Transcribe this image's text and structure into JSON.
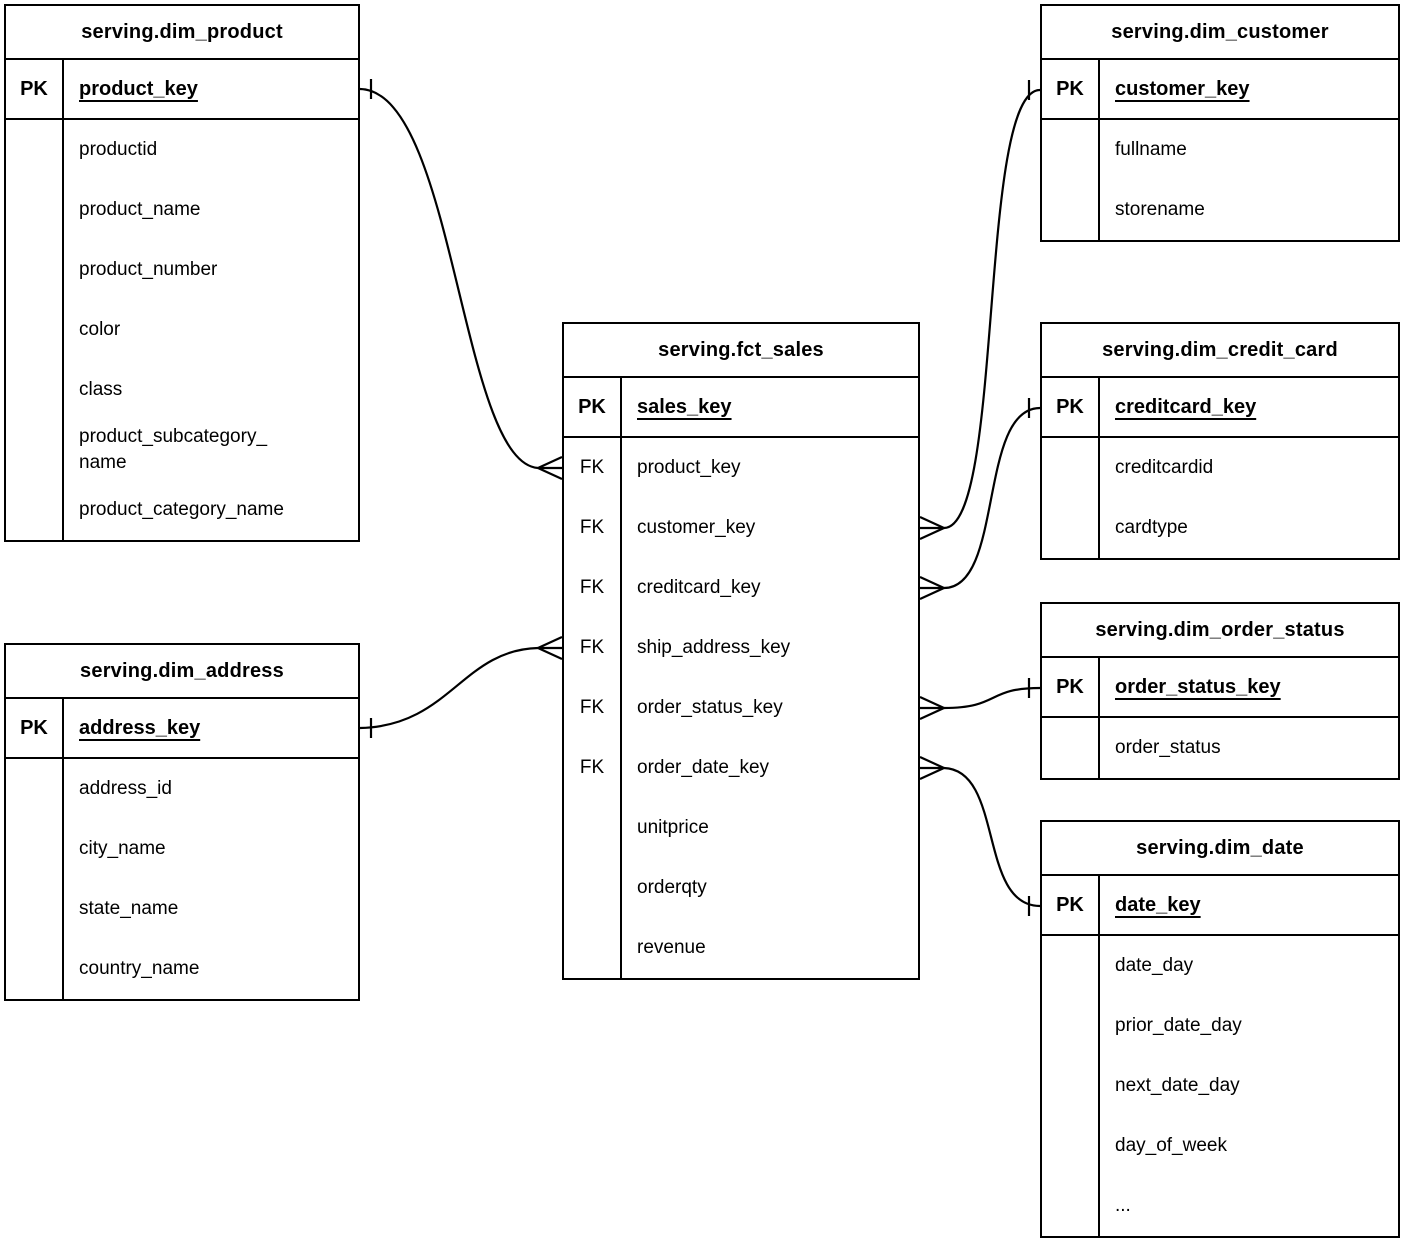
{
  "diagram": {
    "kind": "entity-relationship",
    "colors": {
      "line": "#000000",
      "background": "#ffffff",
      "text": "#000000"
    },
    "tables": {
      "dim_product": {
        "title": "serving.dim_product",
        "pk": {
          "label": "PK",
          "field": "product_key"
        },
        "fields": [
          {
            "key": "",
            "name": "productid"
          },
          {
            "key": "",
            "name": "product_name"
          },
          {
            "key": "",
            "name": "product_number"
          },
          {
            "key": "",
            "name": "color"
          },
          {
            "key": "",
            "name": "class"
          },
          {
            "key": "",
            "name": "product_subcategory_\nname"
          },
          {
            "key": "",
            "name": "product_category_name"
          }
        ]
      },
      "dim_customer": {
        "title": "serving.dim_customer",
        "pk": {
          "label": "PK",
          "field": "customer_key"
        },
        "fields": [
          {
            "key": "",
            "name": "fullname"
          },
          {
            "key": "",
            "name": "storename"
          }
        ]
      },
      "fct_sales": {
        "title": "serving.fct_sales",
        "pk": {
          "label": "PK",
          "field": "sales_key"
        },
        "fields": [
          {
            "key": "FK",
            "name": "product_key"
          },
          {
            "key": "FK",
            "name": "customer_key"
          },
          {
            "key": "FK",
            "name": "creditcard_key"
          },
          {
            "key": "FK",
            "name": "ship_address_key"
          },
          {
            "key": "FK",
            "name": "order_status_key"
          },
          {
            "key": "FK",
            "name": "order_date_key"
          },
          {
            "key": "",
            "name": "unitprice"
          },
          {
            "key": "",
            "name": "orderqty"
          },
          {
            "key": "",
            "name": "revenue"
          }
        ]
      },
      "dim_credit_card": {
        "title": "serving.dim_credit_card",
        "pk": {
          "label": "PK",
          "field": "creditcard_key"
        },
        "fields": [
          {
            "key": "",
            "name": "creditcardid"
          },
          {
            "key": "",
            "name": "cardtype"
          }
        ]
      },
      "dim_order_status": {
        "title": "serving.dim_order_status",
        "pk": {
          "label": "PK",
          "field": "order_status_key"
        },
        "fields": [
          {
            "key": "",
            "name": "order_status"
          }
        ]
      },
      "dim_date": {
        "title": "serving.dim_date",
        "pk": {
          "label": "PK",
          "field": "date_key"
        },
        "fields": [
          {
            "key": "",
            "name": "date_day"
          },
          {
            "key": "",
            "name": "prior_date_day"
          },
          {
            "key": "",
            "name": "next_date_day"
          },
          {
            "key": "",
            "name": "day_of_week"
          },
          {
            "key": "",
            "name": "..."
          }
        ]
      },
      "dim_address": {
        "title": "serving.dim_address",
        "pk": {
          "label": "PK",
          "field": "address_key"
        },
        "fields": [
          {
            "key": "",
            "name": "address_id"
          },
          {
            "key": "",
            "name": "city_name"
          },
          {
            "key": "",
            "name": "state_name"
          },
          {
            "key": "",
            "name": "country_name"
          }
        ]
      }
    },
    "relationships": [
      {
        "from": "serving.dim_product.product_key",
        "to": "serving.fct_sales.product_key",
        "cardinality": "one-to-many"
      },
      {
        "from": "serving.dim_customer.customer_key",
        "to": "serving.fct_sales.customer_key",
        "cardinality": "one-to-many"
      },
      {
        "from": "serving.dim_credit_card.creditcard_key",
        "to": "serving.fct_sales.creditcard_key",
        "cardinality": "one-to-many"
      },
      {
        "from": "serving.dim_address.address_key",
        "to": "serving.fct_sales.ship_address_key",
        "cardinality": "one-to-many"
      },
      {
        "from": "serving.dim_order_status.order_status_key",
        "to": "serving.fct_sales.order_status_key",
        "cardinality": "one-to-many"
      },
      {
        "from": "serving.dim_date.date_key",
        "to": "serving.fct_sales.order_date_key",
        "cardinality": "one-to-many"
      }
    ]
  }
}
